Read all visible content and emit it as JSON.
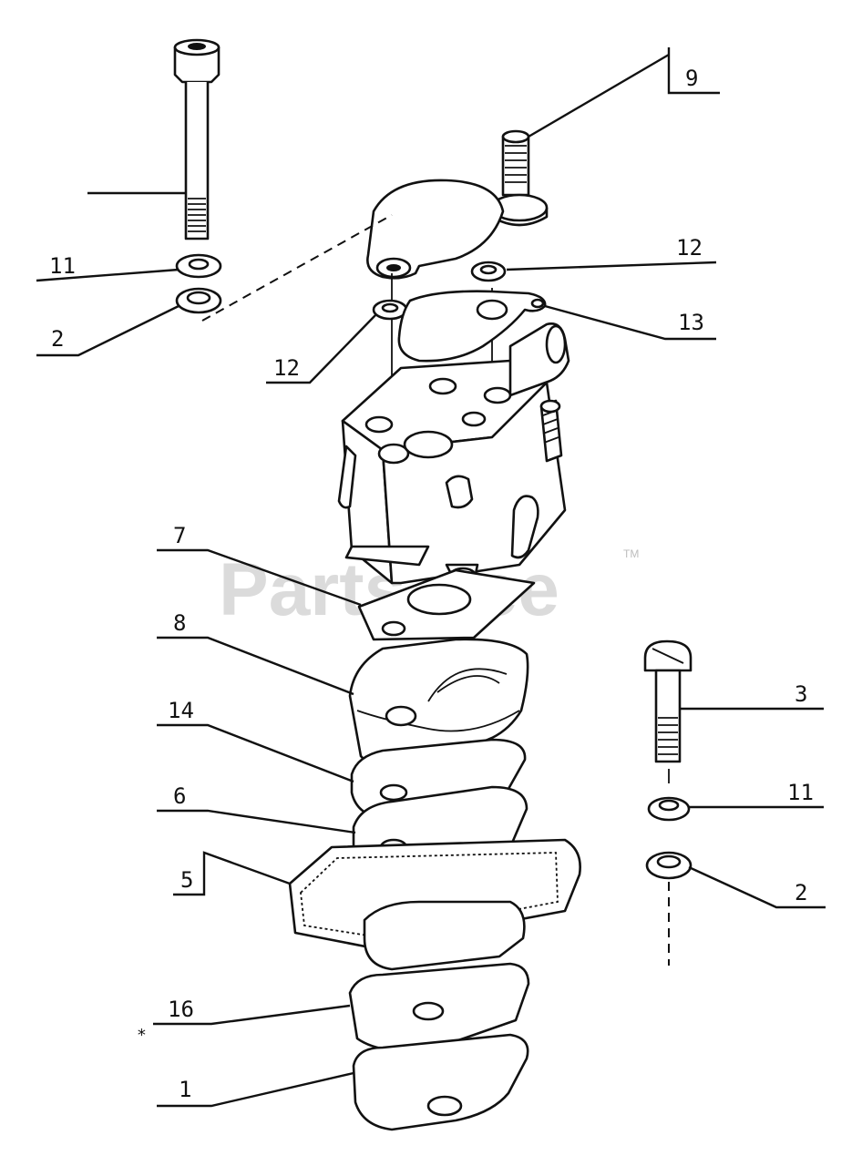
{
  "watermark": {
    "text": "PartsTree",
    "tm": "TM"
  },
  "callouts": {
    "n9": "9",
    "n11_left": "11",
    "n2_left": "2",
    "n12_right": "12",
    "n13": "13",
    "n12_left": "12",
    "n7": "7",
    "n8": "8",
    "n14": "14",
    "n6": "6",
    "n5": "5",
    "n16": "16",
    "n16_mark": "*",
    "n1": "1",
    "n3": "3",
    "n11_right": "11",
    "n2_right": "2"
  }
}
